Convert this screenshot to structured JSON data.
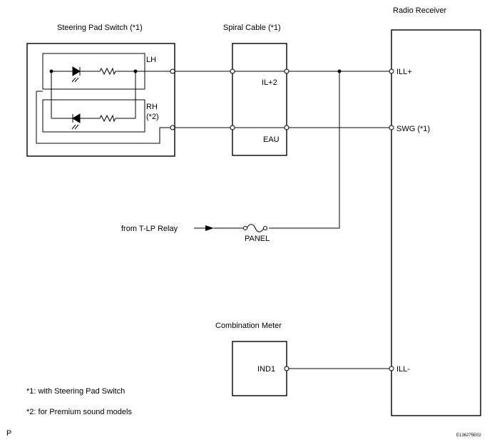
{
  "components": {
    "steering_pad_switch": "Steering Pad Switch (*1)",
    "spiral_cable": "Spiral Cable (*1)",
    "radio_receiver": "Radio Receiver",
    "combination_meter": "Combination Meter"
  },
  "switch_labels": {
    "lh": "LH",
    "rh": "RH",
    "rh_note": "(*2)"
  },
  "pins": {
    "il2": "IL+2",
    "eau": "EAU",
    "ill_plus": "ILL+",
    "swg": "SWG (*1)",
    "ill_minus": "ILL-",
    "ind1": "IND1"
  },
  "supply": {
    "source": "from T-LP Relay",
    "fuse": "PANEL"
  },
  "notes": {
    "note1": "*1: with Steering Pad Switch",
    "note2": "*2: for Premium sound models"
  },
  "corner": {
    "left": "P",
    "right": "E136275E02"
  }
}
